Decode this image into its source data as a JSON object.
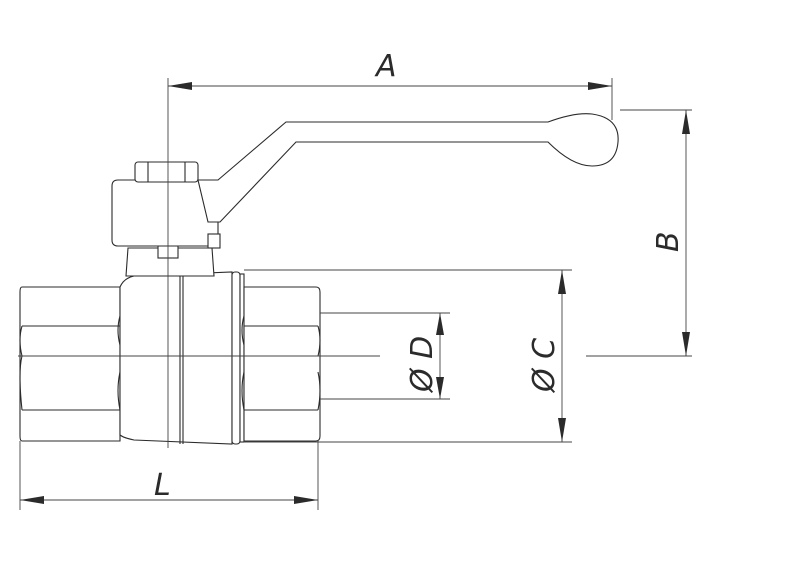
{
  "figure": {
    "labels": {
      "overall_length": "L",
      "handle_reach": "A",
      "height": "B",
      "outer_diameter": "Ø C",
      "bore_diameter": "Ø D"
    }
  }
}
